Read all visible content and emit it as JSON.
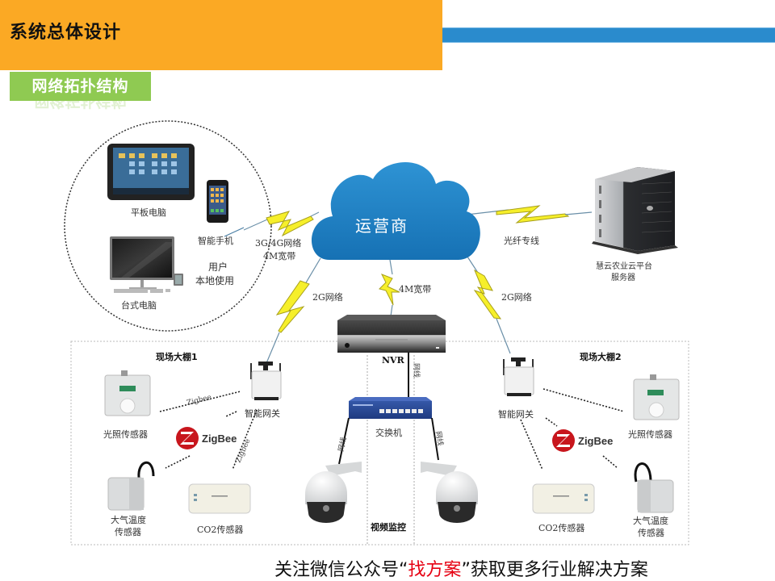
{
  "header": {
    "title": "系统总体设计",
    "orange_color": "#fba924",
    "blue_bar_color": "#2a8bcd"
  },
  "section": {
    "label": "网络拓扑结构",
    "tag_color": "#8fca52"
  },
  "user_zone": {
    "devices": {
      "tablet": "平板电脑",
      "smartphone": "智能手机",
      "desktop": "台式电脑"
    },
    "caption_line1": "用户",
    "caption_line2": "本地使用"
  },
  "cloud": {
    "label": "运营商",
    "color": "#1f7fc3"
  },
  "links": {
    "user_to_cloud_line1": "3G/4G网络",
    "user_to_cloud_line2": "4M宽带",
    "cloud_to_server": "光纤专线",
    "cloud_to_gateway1": "2G网络",
    "cloud_to_nvr": "4M宽带",
    "cloud_to_gateway2": "2G网络"
  },
  "server": {
    "line1": "慧云农业云平台",
    "line2": "服务器"
  },
  "greenhouse1": {
    "title": "现场大棚1",
    "gateway": "智能网关",
    "light_sensor": "光照传感器",
    "air_temp_sensor_line1": "大气温度",
    "air_temp_sensor_line2": "传感器",
    "co2_sensor": "CO2传感器",
    "zigbee_link": "Zigbee"
  },
  "greenhouse2": {
    "title": "现场大棚2",
    "gateway": "智能网关",
    "light_sensor": "光照传感器",
    "air_temp_sensor_line1": "大气温度",
    "air_temp_sensor_line2": "传感器",
    "co2_sensor": "CO2传感器"
  },
  "video": {
    "title": "视频监控",
    "nvr": "NVR",
    "switch": "交换机",
    "cable": "网线"
  },
  "zigbee_logo": "ZigBee",
  "footer": {
    "prefix": "关注微信公众号",
    "open_quote": "“",
    "highlight": "找方案",
    "close_quote": "”",
    "suffix": "获取更多行业解决方案",
    "highlight_color": "#e60012"
  }
}
